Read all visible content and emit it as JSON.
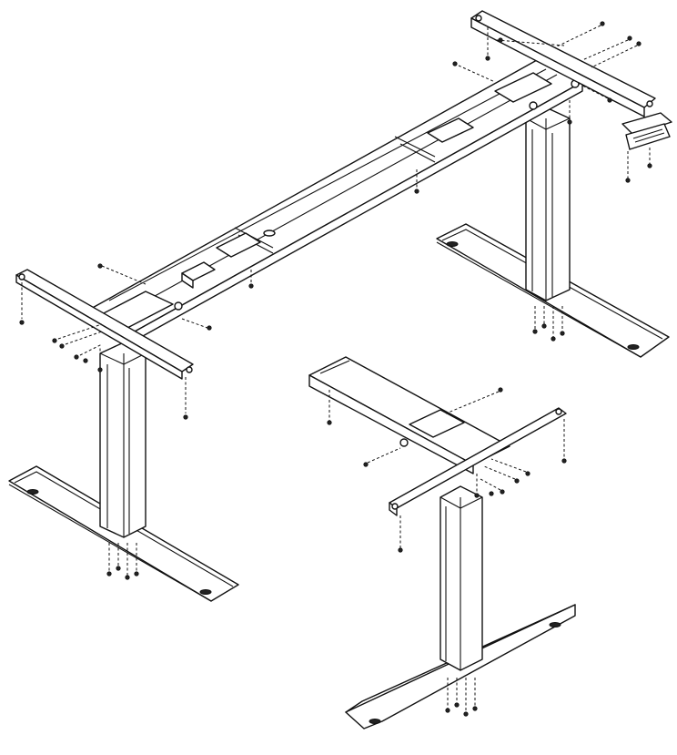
{
  "diagram": {
    "type": "exploded-assembly-drawing",
    "parts": [
      "assembled-desk-frame",
      "crossbeam",
      "leg-column-left",
      "leg-column-right",
      "foot-left",
      "foot-right",
      "top-bracket-left",
      "top-bracket-right",
      "control-box",
      "handset-controller",
      "detail-leg-assembly",
      "screws"
    ],
    "colors": {
      "line": "#111111",
      "fill": "#ffffff",
      "pad": "#222222"
    }
  }
}
